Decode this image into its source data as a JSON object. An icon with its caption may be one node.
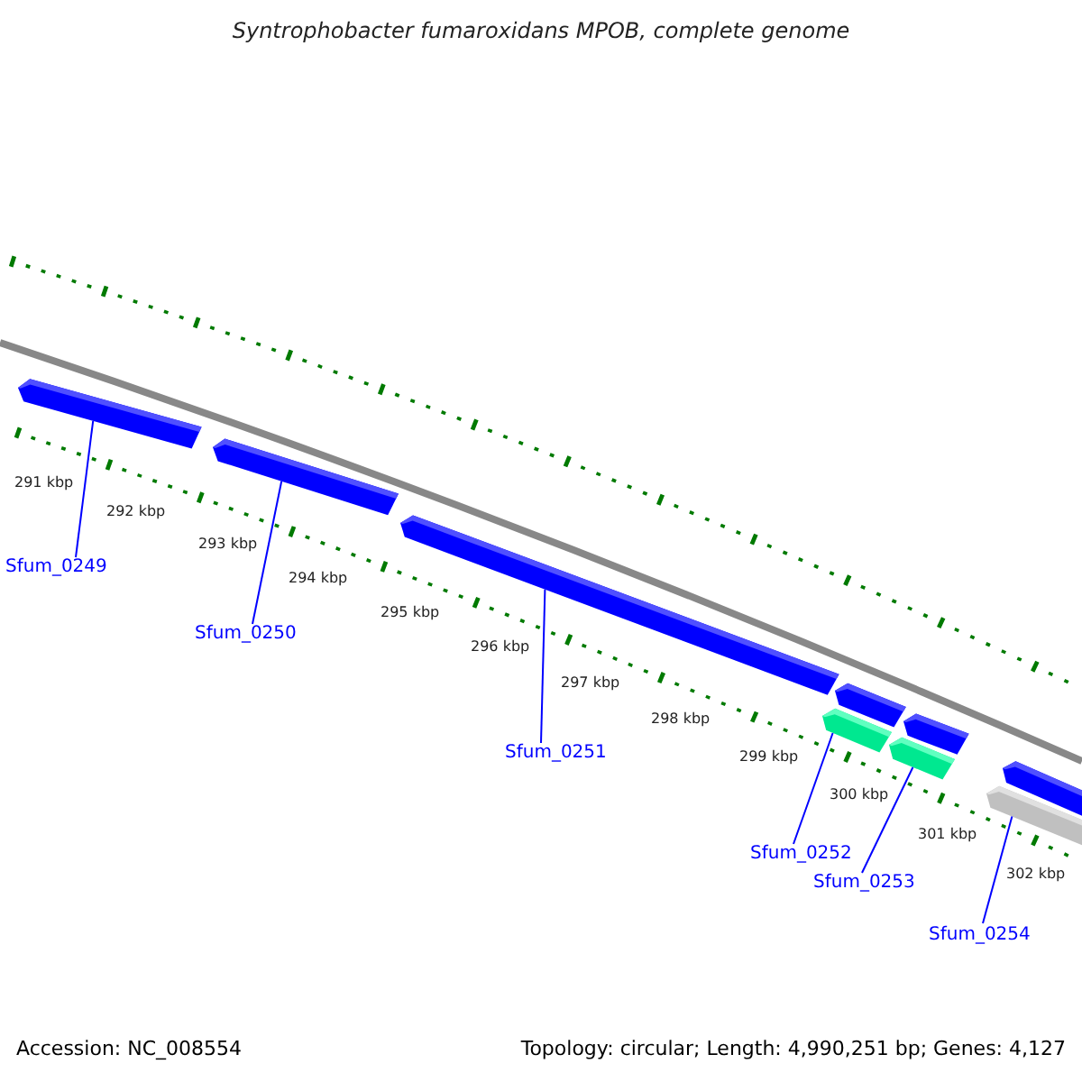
{
  "diagram": {
    "title": "Syntrophobacter fumaroxidans MPOB, complete genome",
    "nodes": [
      {
        "text": [],
        "shape": "pentagon"
      },
      {
        "text": [],
        "shape": "pentagon"
      },
      {
        "text": [],
        "shape": "pentagon"
      },
      {
        "text": [],
        "shape": "pentagon"
      },
      {
        "text": [],
        "shape": "pentagon"
      },
      {
        "text": [],
        "shape": "pentagon"
      },
      {
        "text": [],
        "shape": "pentagon"
      },
      {
        "text": [],
        "shape": "pentagon"
      },
      {
        "text": [],
        "shape": "pentagon"
      },
      {
        "text": [
          "Sfum_0249"
        ]
      },
      {
        "text": [
          "Sfum_0250"
        ]
      },
      {
        "text": [
          "Sfum_0251"
        ]
      },
      {
        "text": [
          "Sfum_0252"
        ]
      },
      {
        "text": [
          "Sfum_0253"
        ]
      },
      {
        "text": [
          "Sfum_0254"
        ]
      }
    ],
    "edges": [
      {
        "from": 9,
        "to": 0,
        "arrow": "none"
      },
      {
        "from": 10,
        "to": 1,
        "arrow": "none"
      },
      {
        "from": 11,
        "to": 2,
        "arrow": "none"
      },
      {
        "from": 12,
        "to": 5,
        "arrow": "none"
      },
      {
        "from": 13,
        "to": 6,
        "arrow": "none"
      },
      {
        "from": 14,
        "to": 8,
        "arrow": "none"
      }
    ],
    "labels": [
      "291 kbp",
      "292 kbp",
      "293 kbp",
      "294 kbp",
      "295 kbp",
      "296 kbp",
      "297 kbp",
      "298 kbp",
      "299 kbp",
      "300 kbp",
      "301 kbp",
      "302 kbp",
      "Accession: NC_008554",
      "Topology: circular; Length: 4,990,251 bp; Genes: 4,127"
    ]
  }
}
